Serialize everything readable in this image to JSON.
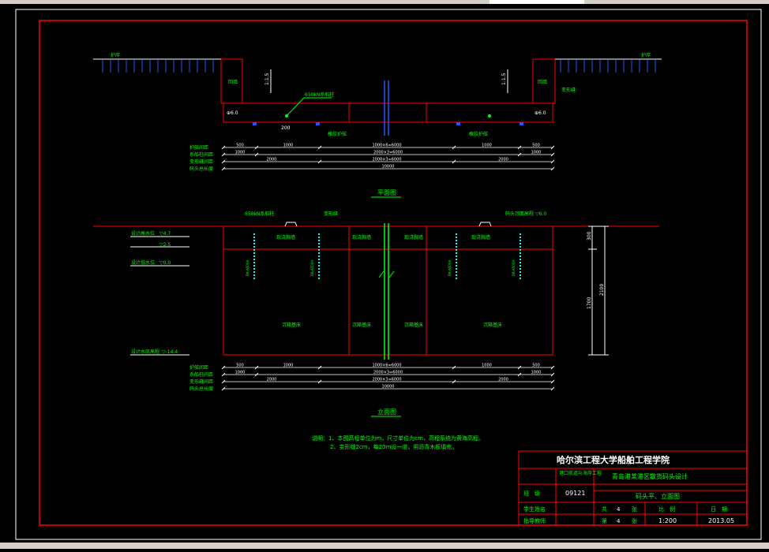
{
  "colors": {
    "background": "#000000",
    "frame": "#ff0000",
    "green": "#00ff00",
    "white": "#ffffff",
    "blue": "#2255ff",
    "cyan": "#00ffff",
    "yellow": "#ffff00",
    "gray_bar": "#d4d0c8"
  },
  "plan": {
    "title": "平面图",
    "bollard_label": "650kN系船柱",
    "slope_left": "1:1.5",
    "slope_right": "1:1.5",
    "edge_left": "⊕6.0",
    "edge_right": "⊕6.0",
    "fender_left": "橡胶护舷",
    "fender_right": "橡胶护舷",
    "spacing_200": "200",
    "fill_left": "回填",
    "fill_right": "回填",
    "revetment_left": "护岸",
    "revetment_right": "护岸",
    "dim_rows": [
      {
        "label": "护舷间距",
        "segments": [
          "500",
          "1000",
          "1000×6=6000",
          "1000",
          "500"
        ]
      },
      {
        "label": "系船柱间距",
        "segments": [
          "1000",
          "2000×3=6000",
          "1000"
        ]
      },
      {
        "label": "变形缝间距",
        "segments": [
          "2000",
          "2000×3=6000",
          "2000"
        ]
      },
      {
        "label": "码头总长度",
        "segments": [
          "10000"
        ]
      }
    ]
  },
  "elevation": {
    "title": "立面图",
    "bollard_label": "650kN系船柱",
    "deform_joint": "变形缝",
    "top_right_label": "码头顶面高程",
    "top_right_level": "▽6.0",
    "levels": [
      {
        "name": "设计高水位",
        "value": "▽4.7"
      },
      {
        "name": "",
        "value": "▽2.5"
      },
      {
        "name": "设计低水位",
        "value": "▽0.0"
      },
      {
        "name": "设计水底高程",
        "value": "▽-14.4"
      }
    ],
    "block_top_labels": [
      "现浇胸墙",
      "现浇胸墙",
      "现浇胸墙",
      "现浇胸墙"
    ],
    "block_bottom_labels": [
      "沉箱基床",
      "沉箱基床",
      "沉箱基床",
      "沉箱基床"
    ],
    "fender_tags": [
      "DA-A500H",
      "DA-A500H",
      "DA-A500H",
      "DA-A500H"
    ],
    "dim_right_1": "2100",
    "dim_right_2": "1700",
    "dim_right_3": "300",
    "dim_rows": [
      {
        "label": "护舷间距",
        "segments": [
          "500",
          "1000",
          "1000×6=6000",
          "1000",
          "500"
        ]
      },
      {
        "label": "系船柱间距",
        "segments": [
          "1000",
          "2000×3=6000",
          "1000"
        ]
      },
      {
        "label": "变形缝间距",
        "segments": [
          "2000",
          "2000×3=6000",
          "2000"
        ]
      },
      {
        "label": "码头总长度",
        "segments": [
          "10000"
        ]
      }
    ]
  },
  "notes": {
    "line1": "说明：1、本图高程单位为m，尺寸单位为cm，高程系统为黄海高程。",
    "line2": "2、变形缝2cm，每20m设一道，用沥青木板填充。"
  },
  "title_block": {
    "school": "哈尔滨工程大学船舶工程学院",
    "major_label": "港口航道与海岸工程",
    "project": "青岛港某港区散货码头设计",
    "drawing_name": "码头平、立面图",
    "class_label": "班　级",
    "class_value": "09121",
    "student_label": "学生姓名",
    "advisor_label": "指导教师",
    "total_label": "共",
    "total_value": "4",
    "sheet_unit": "张",
    "no_label": "第",
    "no_value": "4",
    "scale_label": "比　例",
    "scale_value": "1:200",
    "date_label": "日　期",
    "date_value": "2013.05"
  }
}
